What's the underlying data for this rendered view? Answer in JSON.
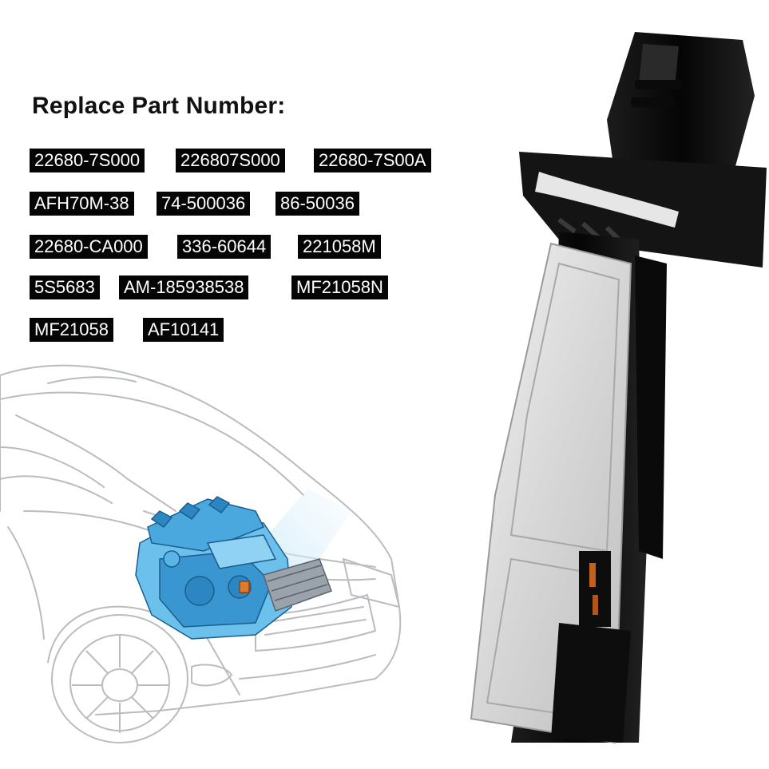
{
  "heading": "Replace Part Number:",
  "part_numbers": [
    "22680-7S000",
    "226807S000",
    "22680-7S00A",
    "AFH70M-38",
    "74-500036",
    "86-50036",
    "22680-CA000",
    "336-60644",
    "221058M",
    "5S5683",
    "AM-185938538",
    "MF21058N",
    "MF21058",
    "AF10141"
  ],
  "colors": {
    "tag_background": "#050505",
    "tag_text": "#ffffff",
    "engine_highlight": "#3aa0e0",
    "sensor_body": "#0d0d0d",
    "sensor_plate": "#d9d9d9"
  },
  "illustrations": {
    "car": "car-front-outline-icon",
    "engine": "engine-icon",
    "sensor": "mass-air-flow-sensor-icon"
  }
}
